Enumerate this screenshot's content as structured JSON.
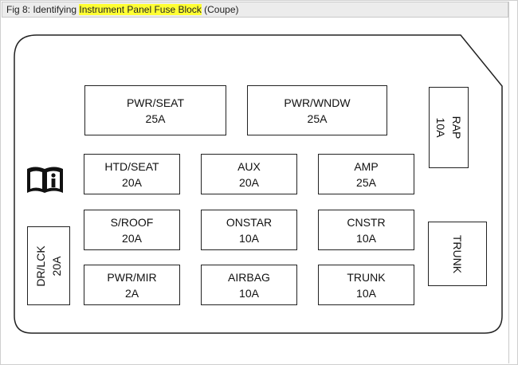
{
  "caption": {
    "prefix": "Fig 8: Identifying ",
    "highlight": "Instrument Panel Fuse Block",
    "suffix": " (Coupe)"
  },
  "colors": {
    "highlight": "#ffff33",
    "outline": "#222222"
  },
  "icon": "owners-manual-info-icon",
  "fuses": {
    "pwr_seat": {
      "name": "PWR/SEAT",
      "amp": "25A"
    },
    "pwr_wndw": {
      "name": "PWR/WNDW",
      "amp": "25A"
    },
    "rap": {
      "name": "RAP",
      "amp": "10A"
    },
    "htd_seat": {
      "name": "HTD/SEAT",
      "amp": "20A"
    },
    "aux": {
      "name": "AUX",
      "amp": "20A"
    },
    "amp": {
      "name": "AMP",
      "amp": "25A"
    },
    "s_roof": {
      "name": "S/ROOF",
      "amp": "20A"
    },
    "onstar": {
      "name": "ONSTAR",
      "amp": "10A"
    },
    "cnstr": {
      "name": "CNSTR",
      "amp": "10A"
    },
    "dr_lck": {
      "name": "DR/LCK",
      "amp": "20A"
    },
    "pwr_mir": {
      "name": "PWR/MIR",
      "amp": "2A"
    },
    "airbag": {
      "name": "AIRBAG",
      "amp": "10A"
    },
    "trunk": {
      "name": "TRUNK",
      "amp": "10A"
    },
    "trunk_relay": {
      "name": "TRUNK"
    }
  }
}
